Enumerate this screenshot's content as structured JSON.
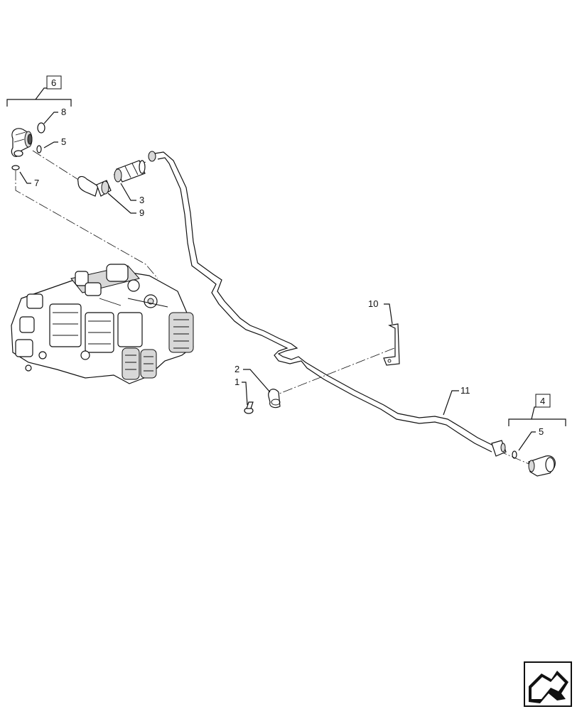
{
  "callouts": [
    {
      "id": "callout-6",
      "label": "6",
      "boxed": true
    },
    {
      "id": "callout-8",
      "label": "8",
      "boxed": false
    },
    {
      "id": "callout-5a",
      "label": "5",
      "boxed": false
    },
    {
      "id": "callout-7",
      "label": "7",
      "boxed": false
    },
    {
      "id": "callout-3",
      "label": "3",
      "boxed": false
    },
    {
      "id": "callout-9",
      "label": "9",
      "boxed": false
    },
    {
      "id": "callout-10",
      "label": "10",
      "boxed": false
    },
    {
      "id": "callout-2",
      "label": "2",
      "boxed": false
    },
    {
      "id": "callout-1",
      "label": "1",
      "boxed": false
    },
    {
      "id": "callout-11",
      "label": "11",
      "boxed": false
    },
    {
      "id": "callout-4",
      "label": "4",
      "boxed": true
    },
    {
      "id": "callout-5b",
      "label": "5",
      "boxed": false
    }
  ],
  "icons": {
    "nav": "next-page-arrow-icon"
  },
  "colors": {
    "line": "#111111",
    "background": "#ffffff",
    "shade": "#d8d8d8"
  }
}
